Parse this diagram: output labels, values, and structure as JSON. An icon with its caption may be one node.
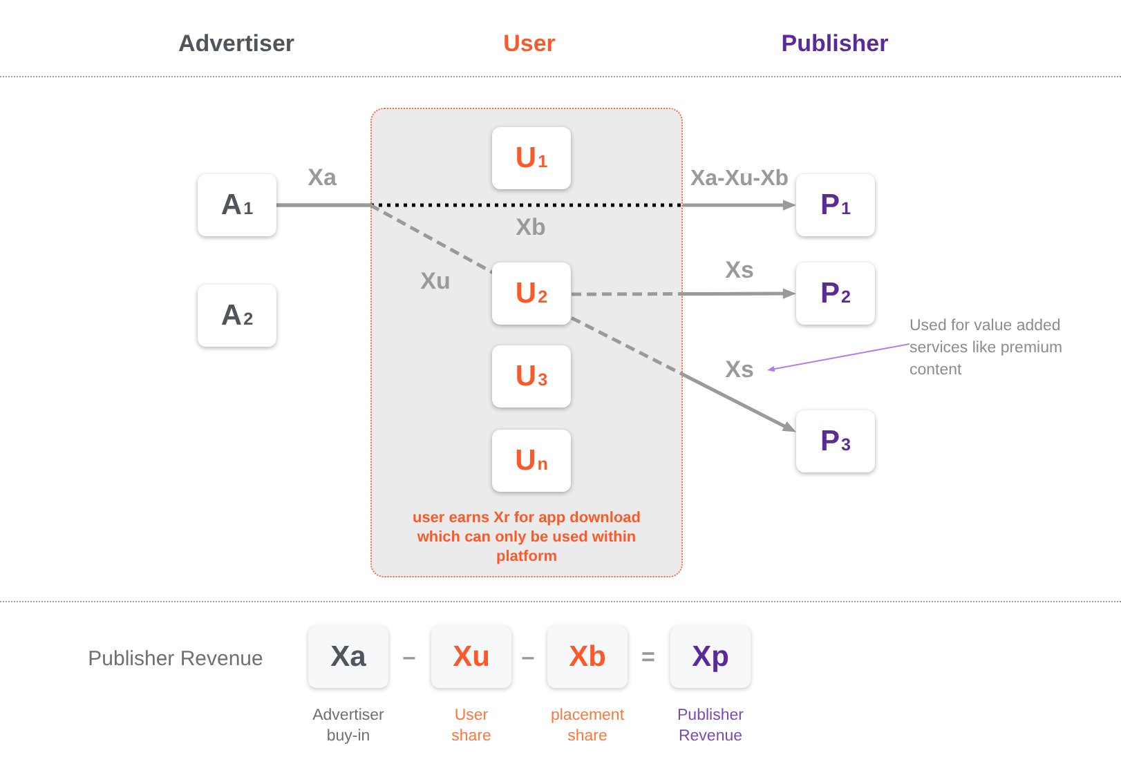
{
  "diagram": {
    "nodes": [
      {
        "text": [
          "A$_{1}$"
        ]
      },
      {
        "text": [
          "A$_{2}$"
        ]
      },
      {
        "text": [
          "user earns Xr for app download which can only be used within platform"
        ]
      },
      {
        "text": [
          "U$_{1}$"
        ],
        "in": 2
      },
      {
        "text": [
          "U$_{2}$"
        ],
        "in": 2
      },
      {
        "text": [
          "U$_{3}$"
        ],
        "in": 2
      },
      {
        "text": [
          "U$_{n}$"
        ],
        "in": 2
      },
      {
        "text": [
          "P$_{1}$"
        ]
      },
      {
        "text": [
          "P$_{2}$"
        ]
      },
      {
        "text": [
          "P$_{3}$"
        ]
      },
      {
        "text": [
          "Used for value added services like premium content"
        ]
      },
      {
        "text": [
          "Xa"
        ],
        "beside": [
          "Advertiser buy-in"
        ]
      },
      {
        "text": [
          "Xu"
        ],
        "beside": [
          "User share"
        ]
      },
      {
        "text": [
          "Xb"
        ],
        "beside": [
          "placement share"
        ]
      },
      {
        "text": [
          "Xp"
        ],
        "beside": [
          "Publisher Revenue"
        ]
      }
    ],
    "edges": [
      {
        "from": 0,
        "to": 7,
        "arrow": "to",
        "label": "Xa-Xu-Xb",
        "style": "dashed",
        "color": "#000000"
      },
      {
        "from": 0,
        "to": 4,
        "arrow": "none",
        "label": "Xu",
        "style": "dashed"
      },
      {
        "from": 4,
        "to": 8,
        "arrow": "to",
        "label": "Xs",
        "style": "dashed"
      },
      {
        "from": 4,
        "to": 9,
        "arrow": "to",
        "label": "Xs",
        "style": "dashed"
      },
      {
        "from": 10,
        "to": null,
        "arrow": "to",
        "color": "#b57be8"
      }
    ],
    "labels": [
      "Advertiser",
      "User",
      "Publisher",
      "Xa",
      "Xb",
      "Publisher Revenue",
      "–",
      "–",
      "="
    ]
  }
}
